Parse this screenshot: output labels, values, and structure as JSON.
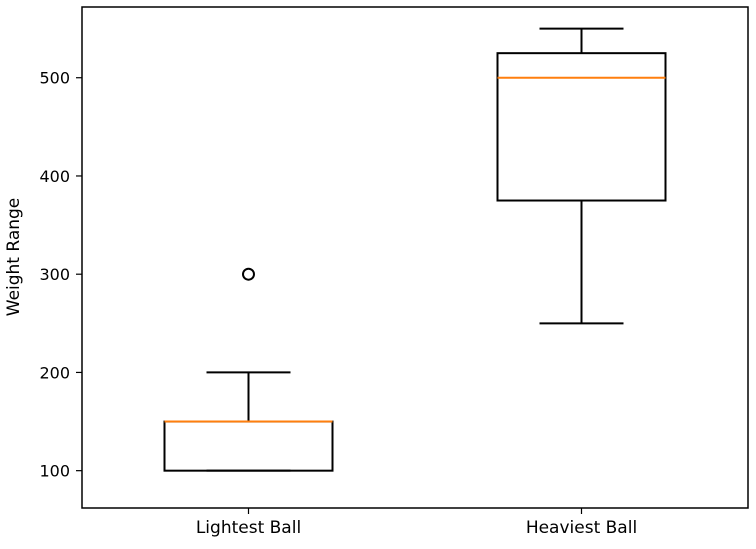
{
  "chart_data": {
    "type": "box",
    "ylabel": "Weight Range",
    "xlabel": "",
    "ylim": [
      62,
      572
    ],
    "yticks": [
      100,
      200,
      300,
      400,
      500
    ],
    "categories": [
      "Lightest Ball",
      "Heaviest Ball"
    ],
    "boxes": [
      {
        "label": "Lightest Ball",
        "whisker_low": 100,
        "q1": 100,
        "median": 150,
        "q3": 150,
        "whisker_high": 200,
        "outliers": [
          300
        ]
      },
      {
        "label": "Heaviest Ball",
        "whisker_low": 250,
        "q1": 375,
        "median": 500,
        "q3": 525,
        "whisker_high": 550,
        "outliers": []
      }
    ],
    "grid": false,
    "legend": "none",
    "colors": {
      "box": "#000000",
      "median": "#ff7f0e",
      "outlier": "#000000"
    }
  }
}
